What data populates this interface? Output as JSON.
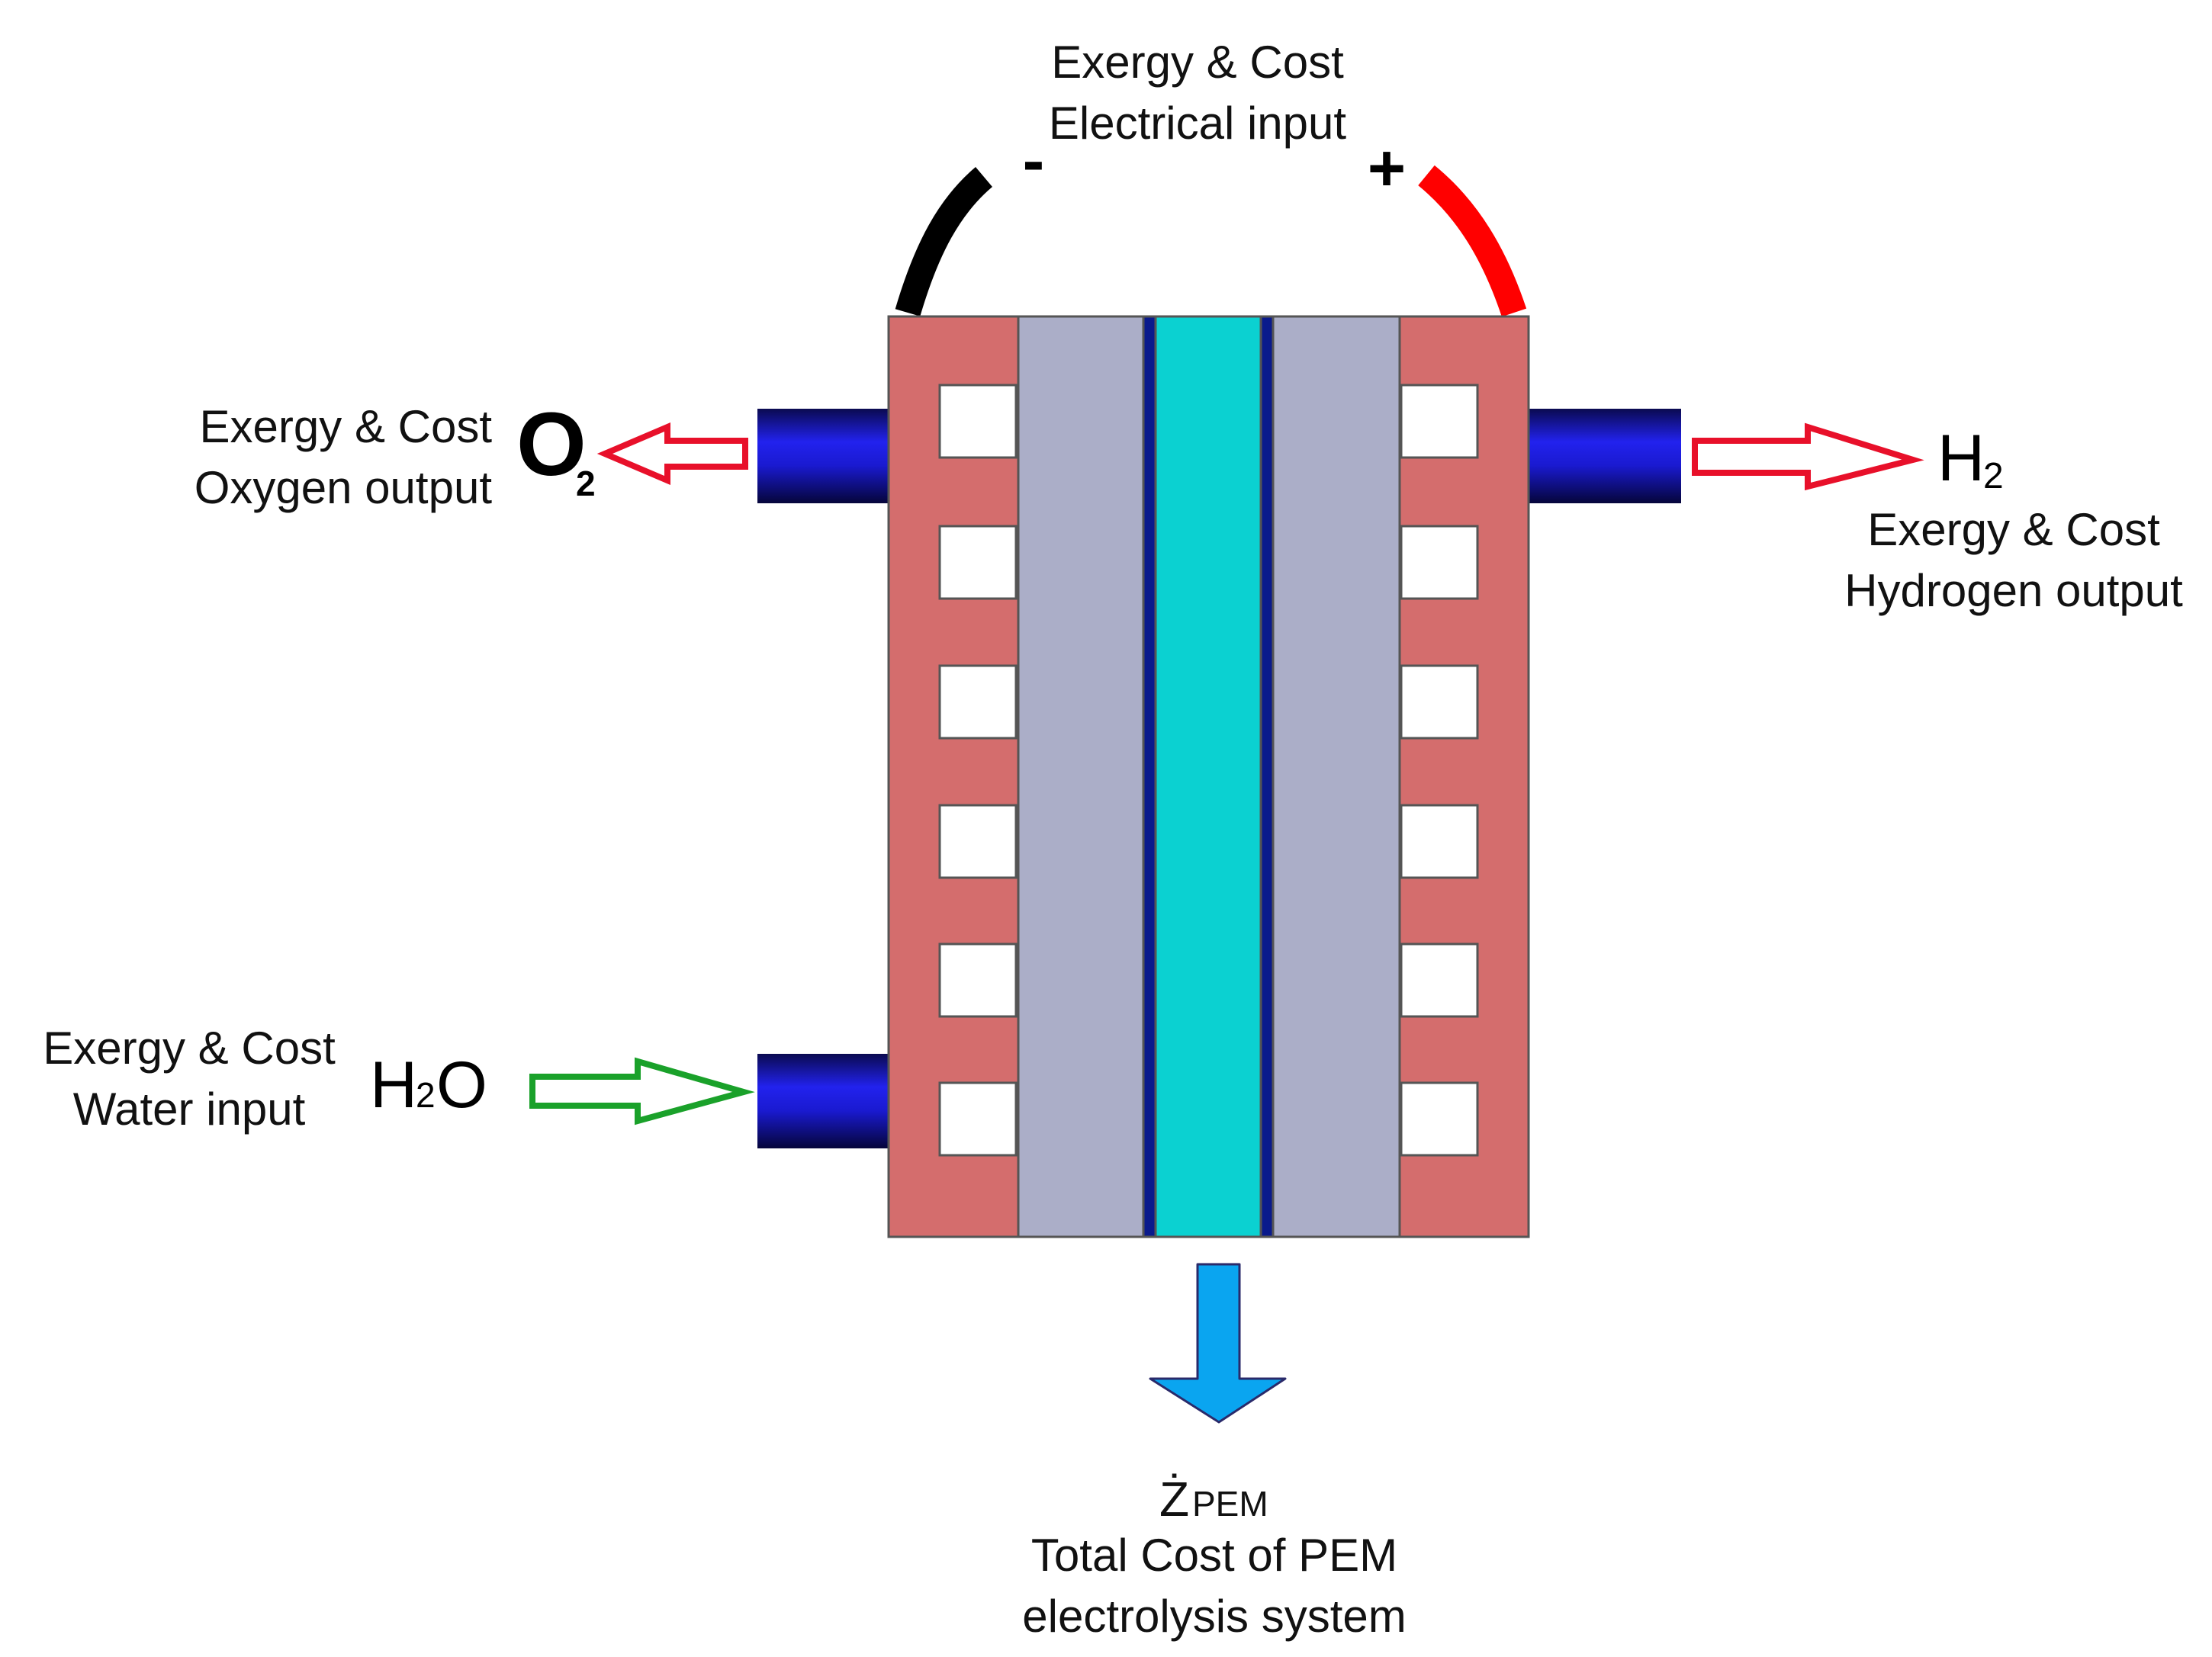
{
  "labels": {
    "electrical_line1": "Exergy & Cost",
    "electrical_line2": "Electrical input",
    "minus_sign": "-",
    "plus_sign": "+",
    "oxygen_line1": "Exergy & Cost",
    "oxygen_line2": "Oxygen output",
    "oxygen_symbol": "O",
    "oxygen_subscript": "2",
    "hydrogen_symbol": "H",
    "hydrogen_subscript": "2",
    "hydrogen_line1": "Exergy & Cost",
    "hydrogen_line2": "Hydrogen output",
    "water_line1": "Exergy & Cost",
    "water_line2": "Water input",
    "water_symbol_h": "H",
    "water_subscript": "2",
    "water_symbol_o": "O",
    "cost_symbol": "Ż",
    "cost_subscript": "PEM",
    "cost_line1": "Total Cost of PEM",
    "cost_line2": "electrolysis system"
  },
  "colors": {
    "bipolar_plate": "#d46d6d",
    "gas_diffusion_layer": "#abaec8",
    "membrane": "#0bd1d1",
    "catalyst_layer": "#0a1a8c",
    "pipe": "#1414cc",
    "negative_cable": "#000000",
    "positive_cable": "#ff0000",
    "output_arrow": "#e8102a",
    "input_arrow": "#1aa12a",
    "cost_arrow": "#0aa5f0"
  },
  "icons": {
    "negative_terminal": "minus-icon",
    "positive_terminal": "plus-icon",
    "cost_arrow": "arrow-down-icon"
  }
}
